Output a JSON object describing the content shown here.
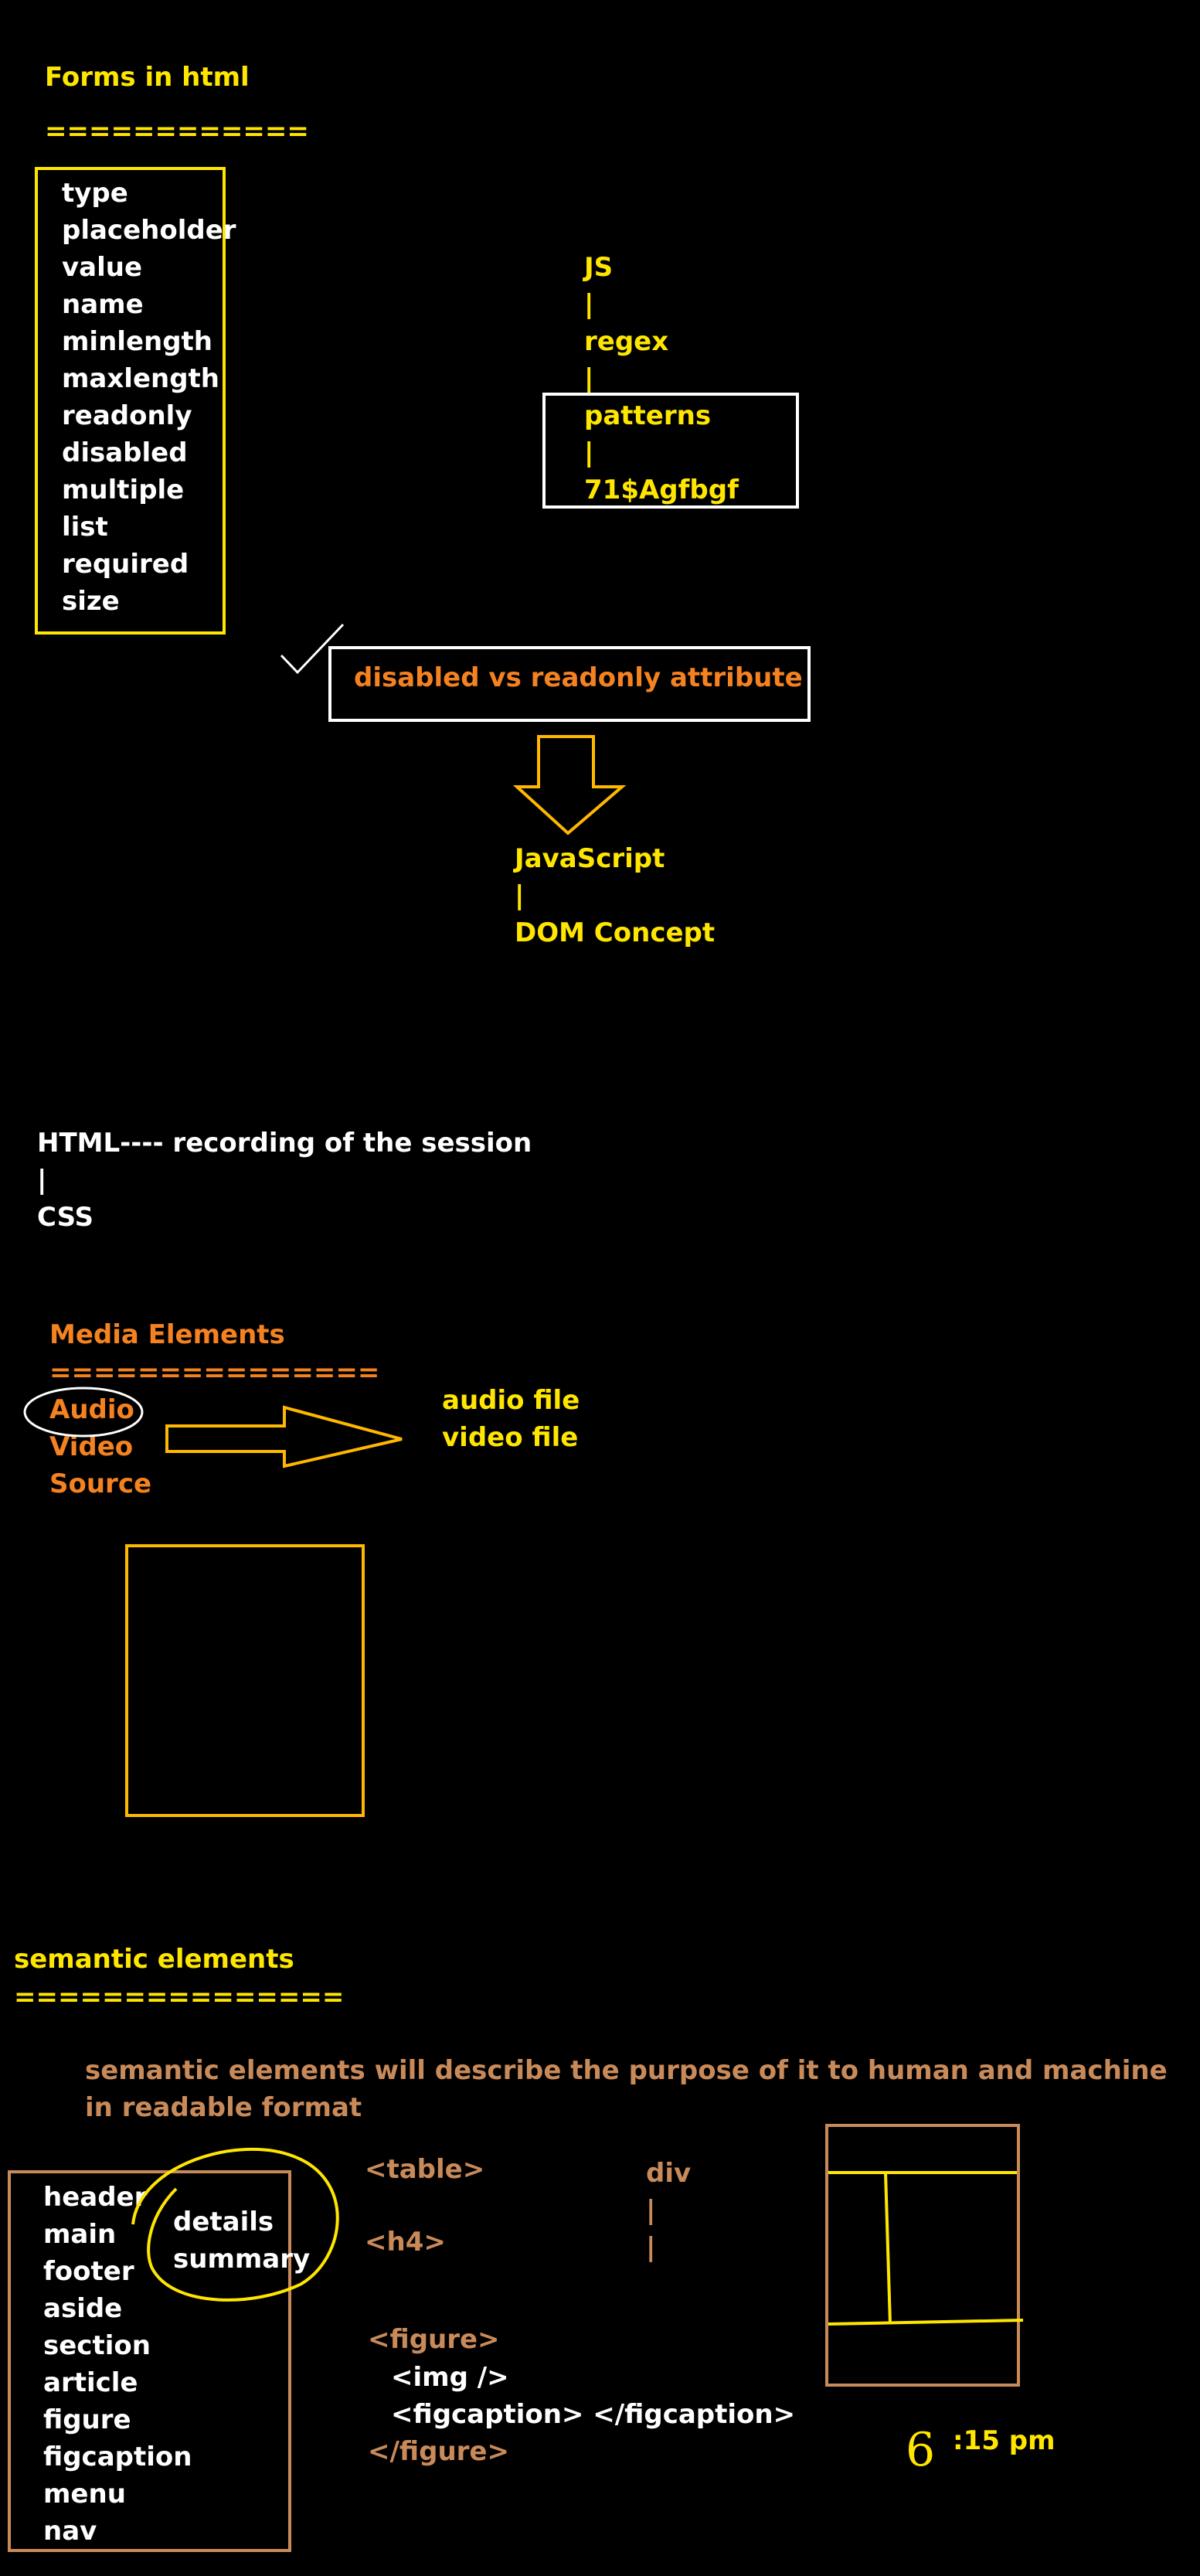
{
  "forms": {
    "title": "Forms in html",
    "underline": "============",
    "attributes": [
      "type",
      "placeholder",
      "value",
      "name",
      "minlength",
      "maxlength",
      "readonly",
      "disabled",
      "multiple",
      "list",
      "required",
      "size"
    ]
  },
  "js_chain": [
    "JS",
    "|",
    "regex",
    "|",
    "patterns",
    "|",
    "71$Agfbgf"
  ],
  "disabled_box": {
    "text": "disabled vs readonly attribute"
  },
  "js_dom": [
    "JavaScript",
    "|",
    "DOM Concept"
  ],
  "html_css": [
    "HTML---- recording of the session",
    "|",
    "CSS"
  ],
  "media": {
    "title": "Media Elements",
    "underline": "===============",
    "items": [
      "Audio",
      "Video",
      "Source"
    ],
    "targets": [
      "audio file",
      "video file"
    ]
  },
  "semantic": {
    "title": "semantic elements",
    "underline": "===============",
    "description": [
      "semantic elements will describe the purpose of it to human and machine",
      "in readable format"
    ],
    "list": [
      "header",
      "main",
      "footer",
      "aside",
      "section",
      "article",
      "figure",
      "figcaption",
      "menu",
      "nav"
    ],
    "details": [
      "details",
      "summary"
    ],
    "table_tag": "<table>",
    "h4_tag": "<h4>",
    "figure_code": [
      "<figure>",
      "  <img />",
      "  <figcaption> </figcaption>",
      "</figure>"
    ],
    "div_chain": [
      "div",
      "|",
      "|"
    ],
    "time_digit": "6",
    "time_text": ":15 pm"
  },
  "colors": {
    "yellow": "#FFE600",
    "white": "#FFFFFF",
    "orange": "#F58220",
    "tan": "#C98A5A",
    "background": "#000000"
  }
}
